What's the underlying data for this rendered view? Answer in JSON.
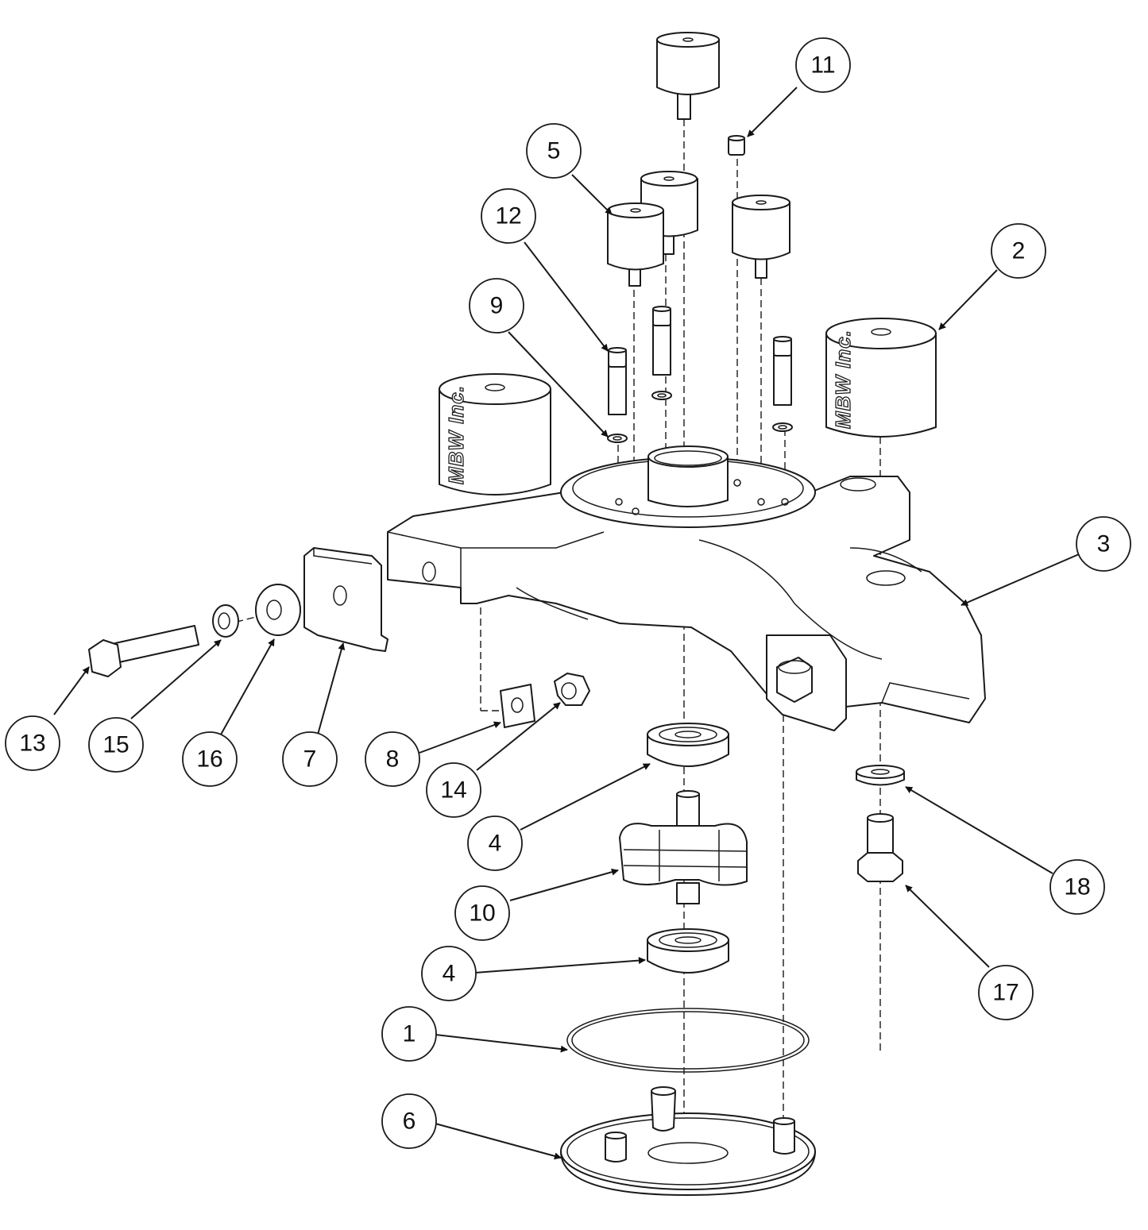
{
  "diagram": {
    "type": "exploded-parts-view",
    "brand_text": "MBW Inc.",
    "callouts": [
      {
        "id": "callout-1",
        "label": "1"
      },
      {
        "id": "callout-2",
        "label": "2"
      },
      {
        "id": "callout-3",
        "label": "3"
      },
      {
        "id": "callout-4a",
        "label": "4"
      },
      {
        "id": "callout-4b",
        "label": "4"
      },
      {
        "id": "callout-5",
        "label": "5"
      },
      {
        "id": "callout-6",
        "label": "6"
      },
      {
        "id": "callout-7",
        "label": "7"
      },
      {
        "id": "callout-8",
        "label": "8"
      },
      {
        "id": "callout-9",
        "label": "9"
      },
      {
        "id": "callout-10",
        "label": "10"
      },
      {
        "id": "callout-11",
        "label": "11"
      },
      {
        "id": "callout-12",
        "label": "12"
      },
      {
        "id": "callout-13",
        "label": "13"
      },
      {
        "id": "callout-14",
        "label": "14"
      },
      {
        "id": "callout-15",
        "label": "15"
      },
      {
        "id": "callout-16",
        "label": "16"
      },
      {
        "id": "callout-17",
        "label": "17"
      },
      {
        "id": "callout-18",
        "label": "18"
      }
    ]
  }
}
